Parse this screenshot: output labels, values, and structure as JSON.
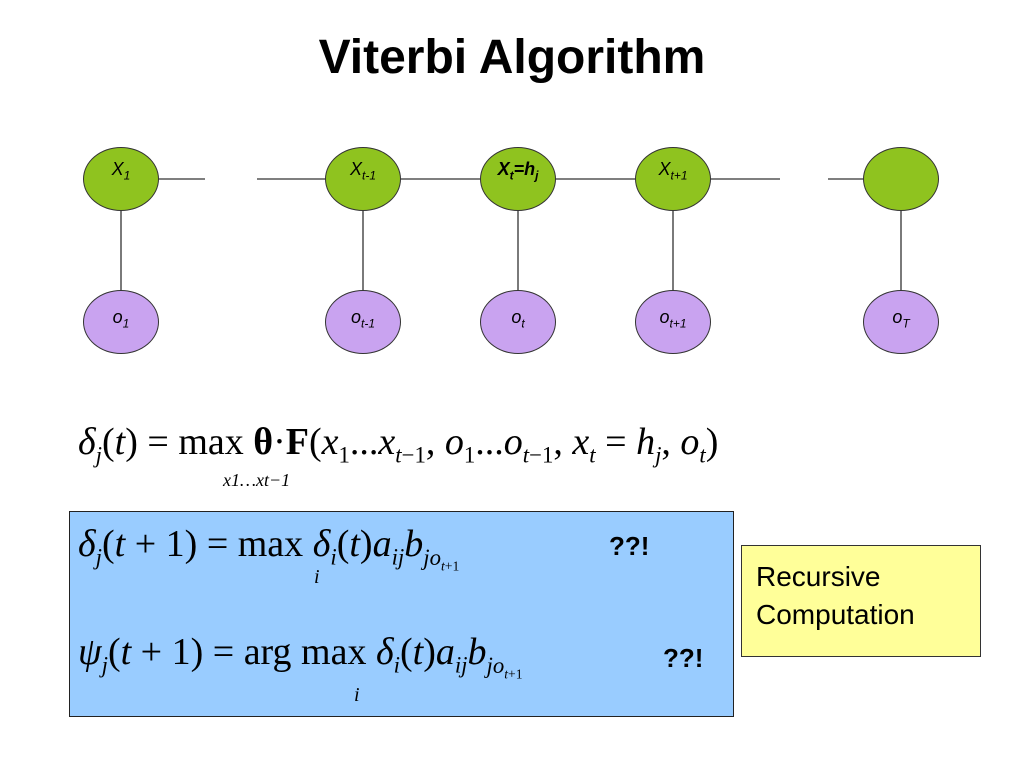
{
  "title": "Viterbi Algorithm",
  "graph": {
    "hidden_nodes": [
      {
        "id": "x1",
        "base": "X",
        "sub": "1"
      },
      {
        "id": "xtm1",
        "base": "X",
        "sub": "t-1"
      },
      {
        "id": "xt",
        "base": "X",
        "sub": "t",
        "suffix": "=h",
        "suffix_sub": "j"
      },
      {
        "id": "xtp1",
        "base": "X",
        "sub": "t+1"
      },
      {
        "id": "xT",
        "base": "",
        "sub": ""
      }
    ],
    "observed_nodes": [
      {
        "id": "o1",
        "base": "o",
        "sub": "1"
      },
      {
        "id": "otm1",
        "base": "o",
        "sub": "t-1"
      },
      {
        "id": "ot",
        "base": "o",
        "sub": "t"
      },
      {
        "id": "otp1",
        "base": "o",
        "sub": "t+1"
      },
      {
        "id": "oT",
        "base": "o",
        "sub": "T"
      }
    ],
    "colors": {
      "hidden": "#8fc31f",
      "observed": "#c9a3f0"
    }
  },
  "equations": {
    "main_under": "x1…xt−1",
    "marks": "??!"
  },
  "callout": {
    "line1": "Recursive",
    "line2": "Computation"
  }
}
